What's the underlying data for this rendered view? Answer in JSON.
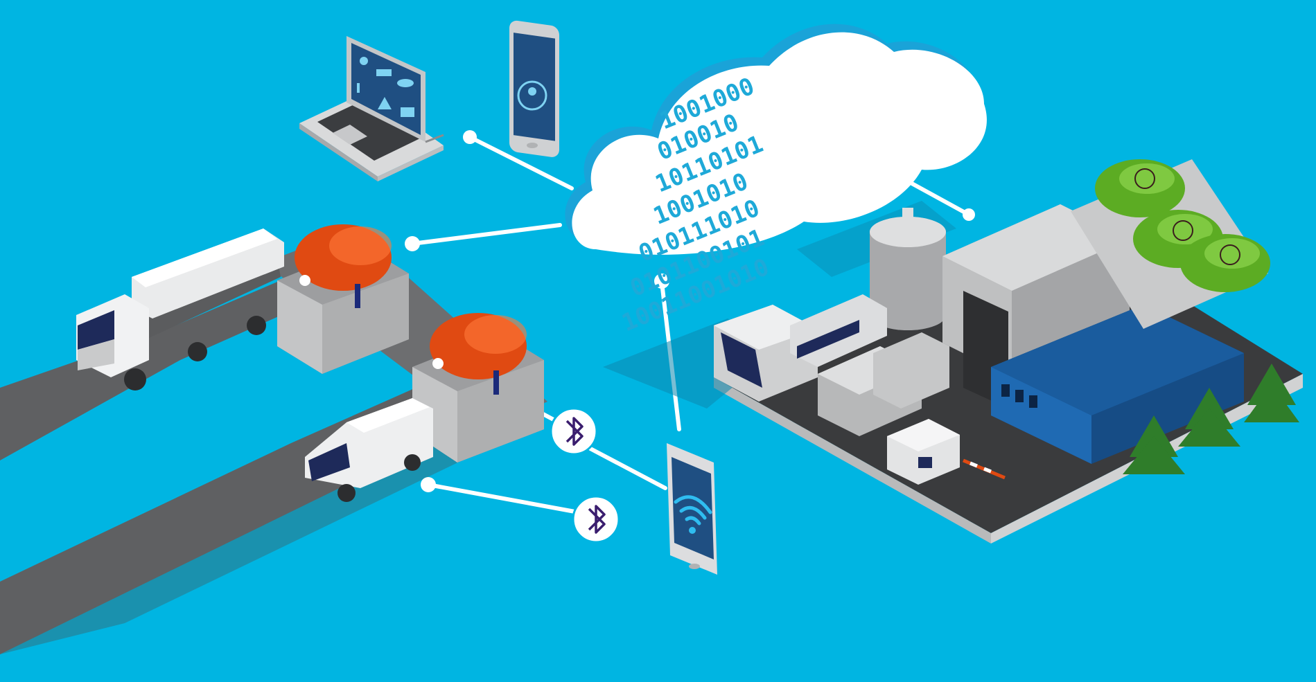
{
  "scene": {
    "background_color": "#00b5e2",
    "description_free": true
  },
  "cloud": {
    "binary_rows": [
      "1001000",
      "010010",
      "10110101",
      "1001010",
      "010111010",
      "0101100101",
      "10011001010"
    ],
    "fill": "#ffffff",
    "bit_color": "#19a9d6"
  },
  "laptop": {
    "screen_icons": [
      "user-icon",
      "truck-icon",
      "tank-icon",
      "chart-icon",
      "warning-icon",
      "factory-icon"
    ]
  },
  "phones": [
    {
      "id": "top-phone",
      "screen_icon": "user-icon"
    },
    {
      "id": "bottom-phone",
      "screen_icon": "wifi-icon"
    }
  ],
  "bluetooth_badges": 2,
  "colors": {
    "tank_red": "#e04a12",
    "tank_green": "#5cac23",
    "roof_blue": "#1a5c9e",
    "tree_green": "#2f7d2a",
    "road": "#5f6062",
    "building_gray": "#d6d7d8",
    "bluetooth_symbol": "#3a1d6e"
  }
}
